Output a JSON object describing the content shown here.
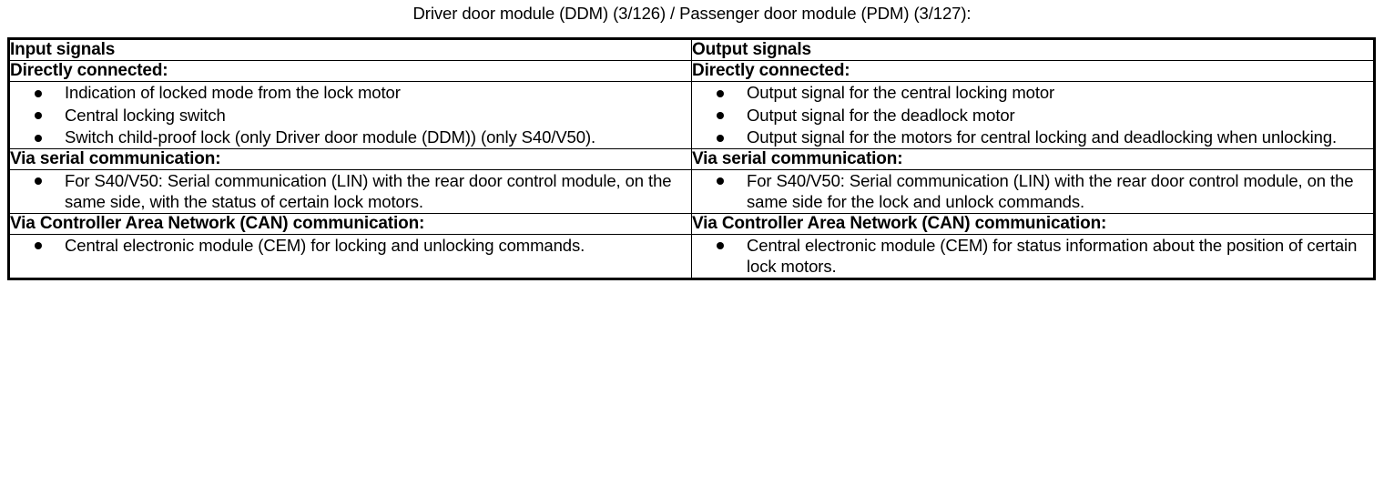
{
  "document": {
    "title": "Driver door module (DDM) (3/126) / Passenger door module (PDM) (3/127):"
  },
  "table": {
    "columns": [
      {
        "id": "input",
        "header": "Input signals",
        "sections": [
          {
            "heading": "Directly connected:",
            "items": [
              "Indication of locked mode from the lock motor",
              "Central locking switch",
              "Switch child-proof lock (only Driver door module (DDM)) (only S40/V50)."
            ]
          },
          {
            "heading": "Via serial communication:",
            "items": [
              "For S40/V50: Serial communication (LIN) with the rear door control module, on the same side, with the status of certain lock motors."
            ]
          },
          {
            "heading": "Via Controller Area Network (CAN) communication:",
            "items": [
              "Central electronic module (CEM) for locking and unlocking commands."
            ]
          }
        ]
      },
      {
        "id": "output",
        "header": "Output signals",
        "sections": [
          {
            "heading": "Directly connected:",
            "items": [
              "Output signal for the central locking motor",
              "Output signal for the deadlock motor",
              "Output signal for the motors for central locking and deadlocking when unlocking."
            ]
          },
          {
            "heading": "Via serial communication:",
            "items": [
              "For S40/V50: Serial communication (LIN) with the rear door control module, on the same side for the lock and unlock commands."
            ]
          },
          {
            "heading": "Via Controller Area Network (CAN) communication:",
            "items": [
              "Central electronic module (CEM) for status information about the position of certain lock motors."
            ]
          }
        ]
      }
    ]
  },
  "colors": {
    "text": "#000000",
    "background": "#ffffff",
    "border": "#000000"
  }
}
